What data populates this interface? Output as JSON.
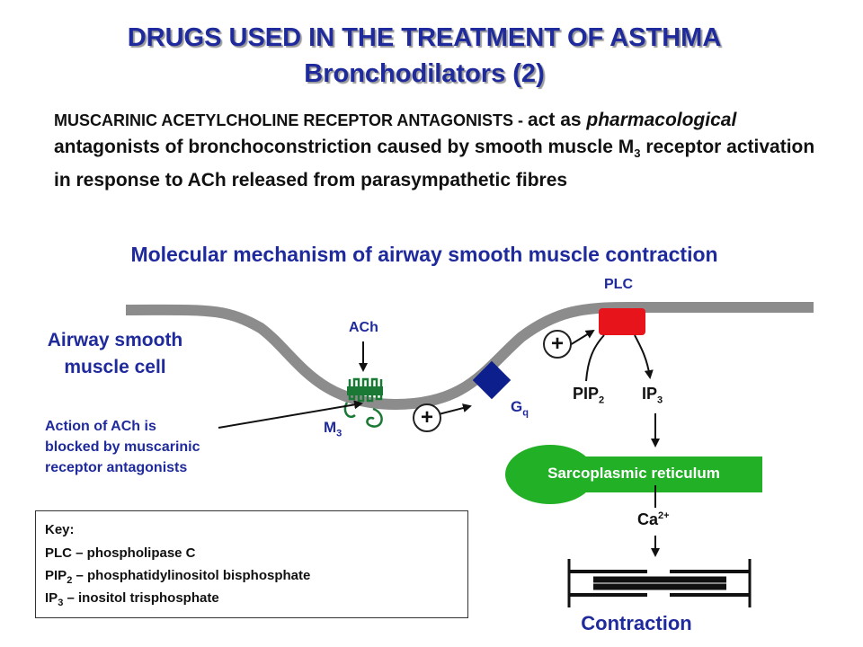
{
  "title": {
    "line1": "DRUGS USED IN THE TREATMENT OF ASTHMA",
    "line2": "Bronchodilators (2)"
  },
  "intro": {
    "lead": "MUSCARINIC ACETYLCHOLINE RECEPTOR ANTAGONISTS - ",
    "part1": "act as ",
    "italic": "pharmacological",
    "part2": " antagonists of bronchoconstriction caused by smooth muscle M",
    "sub": "3",
    "part3": " receptor activation in response to ACh released from parasympathetic fibres"
  },
  "subtitle": "Molecular mechanism of airway smooth muscle contraction",
  "diagram": {
    "cell_label_line1": "Airway smooth",
    "cell_label_line2": "muscle cell",
    "plc": "PLC",
    "ach": "ACh",
    "m3": "M",
    "m3_sub": "3",
    "gq": "G",
    "gq_sub": "q",
    "pip2": "PIP",
    "pip2_sub": "2",
    "ip3": "IP",
    "ip3_sub": "3",
    "ca": "Ca",
    "ca_sup": "2+",
    "plus": "+",
    "action_line1": "Action of ACh is",
    "action_line2": "blocked by muscarinic",
    "action_line3": "receptor antagonists",
    "sarcoplasmic": "Sarcoplasmic reticulum",
    "contraction": "Contraction"
  },
  "colors": {
    "title_blue": "#1f2a9c",
    "membrane": "#8c8c8c",
    "receptor_green": "#1a7a35",
    "gq_navy": "#0c1f8c",
    "plc_red": "#e8141c",
    "sr_green": "#22b026"
  },
  "key": {
    "title": "Key:",
    "line1": "PLC – phospholipase C",
    "line2_a": "PIP",
    "line2_sub": "2",
    "line2_b": " – phosphatidylinositol bisphosphate",
    "line3_a": "IP",
    "line3_sub": "3",
    "line3_b": " – inositol trisphosphate"
  }
}
